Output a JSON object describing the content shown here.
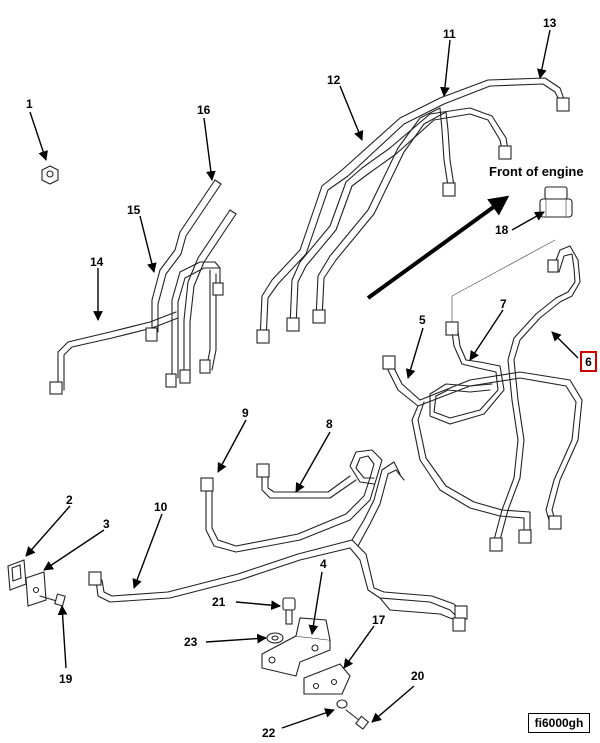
{
  "figure_id": "fi6000gh",
  "orientation_label": "Front of engine",
  "highlighted_callout": "6",
  "highlight_color": "#d00000",
  "callouts": {
    "c1": "1",
    "c2": "2",
    "c3": "3",
    "c4": "4",
    "c5": "5",
    "c7": "7",
    "c8": "8",
    "c9": "9",
    "c10": "10",
    "c11": "11",
    "c12": "12",
    "c13": "13",
    "c14": "14",
    "c15": "15",
    "c16": "16",
    "c17": "17",
    "c18": "18",
    "c19": "19",
    "c20": "20",
    "c21": "21",
    "c22": "22",
    "c23": "23"
  }
}
